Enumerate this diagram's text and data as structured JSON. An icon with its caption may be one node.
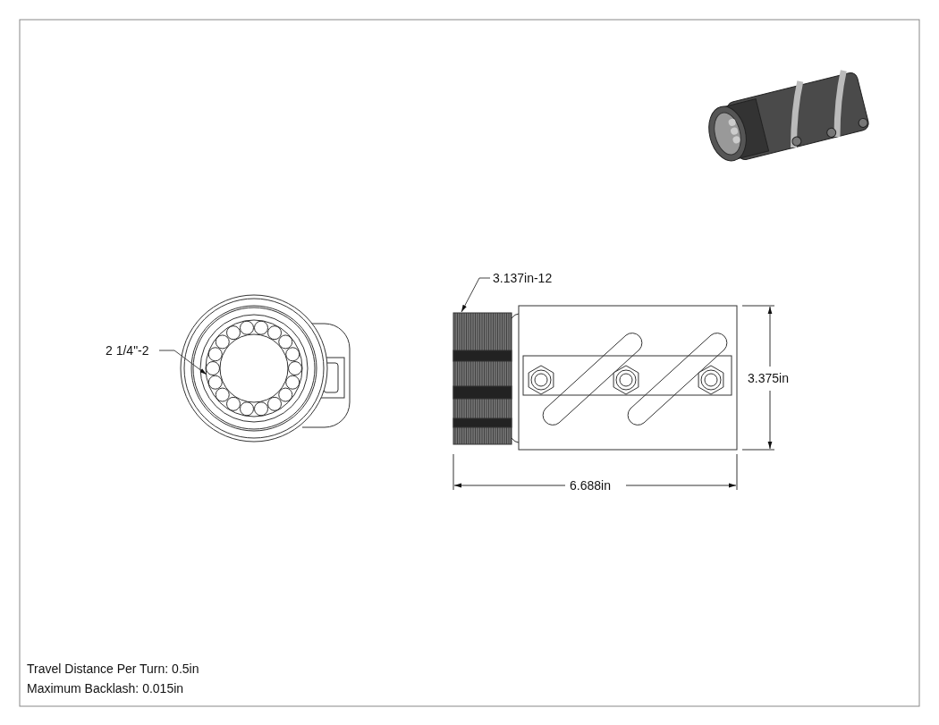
{
  "diagram": {
    "nodes": [
      {
        "text": [
          "2 1/4\"-2"
        ]
      },
      {
        "text": [],
        "shape": "picture"
      },
      {
        "text": [
          "3.137in-12"
        ]
      },
      {
        "text": [],
        "shape": "picture"
      }
    ],
    "edges": [
      {
        "from": 0,
        "to": 1,
        "arrow": "to"
      },
      {
        "from": 2,
        "to": 3,
        "arrow": "to"
      }
    ],
    "labels": [
      "3.375in",
      "6.688in",
      "Travel Distance Per Turn: 0.5in",
      "Maximum Backlash: 0.015in"
    ]
  }
}
